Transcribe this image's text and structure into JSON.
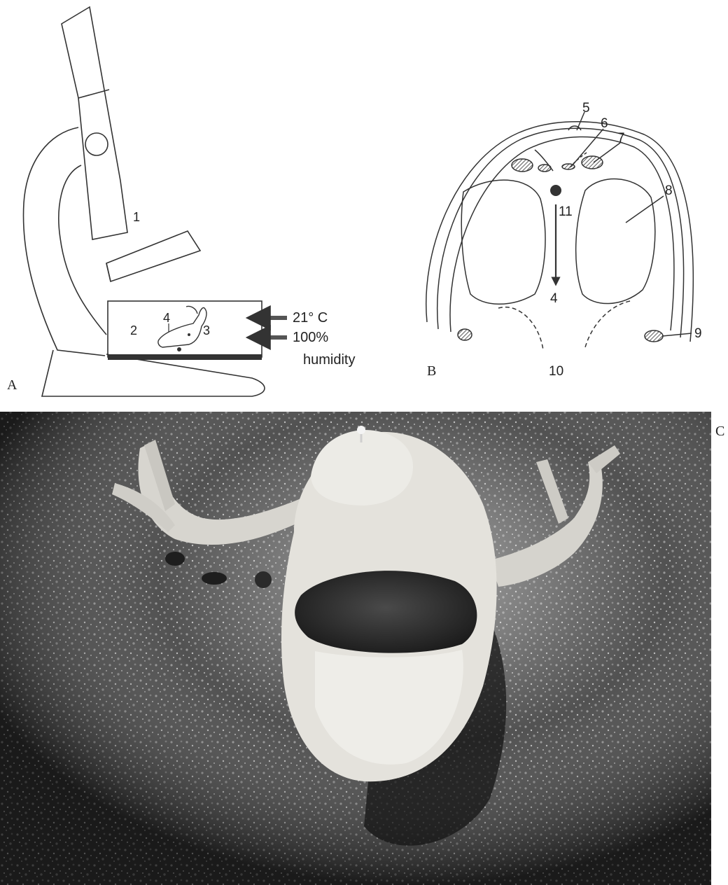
{
  "panels": {
    "a": {
      "letter": "A",
      "labels": {
        "n1": "1",
        "n2": "2",
        "n3": "3",
        "n4": "4"
      },
      "conditions": {
        "temperature": "21° C",
        "humidity_value": "100%",
        "humidity_word": "humidity"
      }
    },
    "b": {
      "letter": "B",
      "labels": {
        "n4": "4",
        "n5": "5",
        "n6": "6",
        "n7": "7",
        "n8": "8",
        "n9": "9",
        "n10": "10",
        "n11": "11"
      }
    },
    "c": {
      "letter": "C"
    }
  },
  "colors": {
    "ink": "#222222",
    "arrow": "#555555",
    "photo_dark": "#1a1a1a",
    "photo_light": "#e8e6e0"
  }
}
